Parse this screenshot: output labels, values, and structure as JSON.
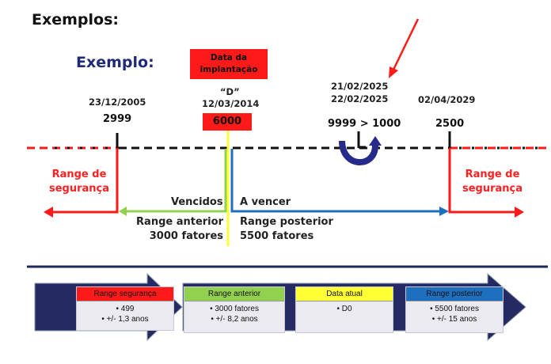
{
  "title": "Exemplos:",
  "subtitle": "Exemplo:",
  "implant_box": {
    "line1": "Data da",
    "line2": "implantação"
  },
  "d_label": "“D”",
  "d_date": "12/03/2014",
  "d_value": "6000",
  "left_marker": {
    "date": "23/12/2005",
    "value": "2999"
  },
  "mid_marker": {
    "date1": "21/02/2025",
    "date2": "22/02/2025",
    "value": "9999 > 1000"
  },
  "right_marker": {
    "date": "02/04/2029",
    "value": "2500"
  },
  "left_safety": {
    "line1": "Range de",
    "line2": "segurança"
  },
  "right_safety": {
    "line1": "Range de",
    "line2": "segurança"
  },
  "vencidos": "Vencidos",
  "a_vencer": "A vencer",
  "range_anterior": {
    "line1": "Range anterior",
    "line2": "3000 fatores"
  },
  "range_posterior": {
    "line1": "Range posterior",
    "line2": "5500 fatores"
  },
  "colors": {
    "red": "#ff1a1a",
    "green": "#92d050",
    "yellow": "#ffff33",
    "blue": "#1f6fbf",
    "navy": "#262a63",
    "dashed": "#111111"
  },
  "cards": [
    {
      "header": "Range segurança",
      "header_color": "#ff1a1a",
      "lines": [
        "• 499",
        "• +/- 1,3 anos"
      ]
    },
    {
      "header": "Range anterior",
      "header_color": "#92d050",
      "lines": [
        "• 3000 fatores",
        "• +/- 8,2 anos"
      ]
    },
    {
      "header": "Data atual",
      "header_color": "#ffff33",
      "lines": [
        "• D0"
      ]
    },
    {
      "header": "Range posterior",
      "header_color": "#1f6fbf",
      "lines": [
        "• 5500 fatores",
        "• +/- 15 anos"
      ]
    }
  ]
}
